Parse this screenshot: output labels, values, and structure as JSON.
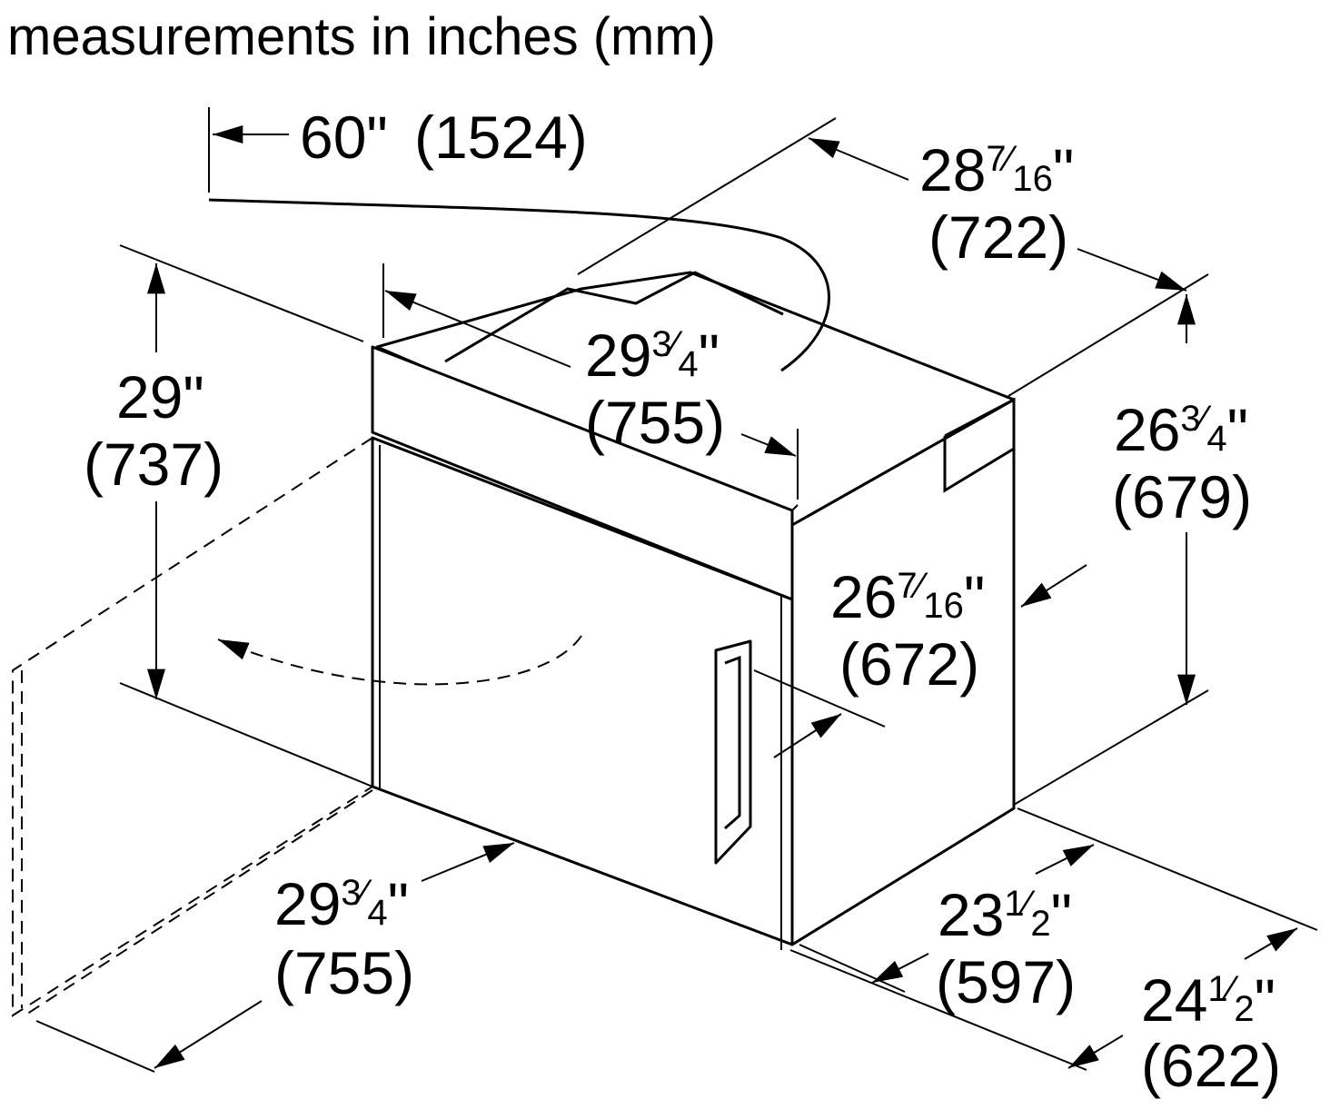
{
  "title": "measurements in inches (mm)",
  "dimensions": {
    "cord": {
      "whole": "60\"",
      "mm": "(1524)"
    },
    "top_depth": {
      "whole": "28",
      "num": "7",
      "den": "16",
      "inch": "\"",
      "mm": "(722)"
    },
    "top_width": {
      "whole": "29",
      "num": "3",
      "den": "4",
      "inch": "\"",
      "mm": "(755)"
    },
    "overall_height": {
      "whole": "29\"",
      "mm": "(737)"
    },
    "body_height": {
      "whole": "26",
      "num": "3",
      "den": "4",
      "inch": "\"",
      "mm": "(679)"
    },
    "side_height": {
      "whole": "26",
      "num": "7",
      "den": "16",
      "inch": "\"",
      "mm": "(672)"
    },
    "front_width": {
      "whole": "29",
      "num": "3",
      "den": "4",
      "inch": "\"",
      "mm": "(755)"
    },
    "body_depth": {
      "whole": "23",
      "num": "1",
      "den": "2",
      "inch": "\"",
      "mm": "(597)"
    },
    "door_depth": {
      "whole": "24",
      "num": "1",
      "den": "2",
      "inch": "\"",
      "mm": "(622)"
    }
  }
}
